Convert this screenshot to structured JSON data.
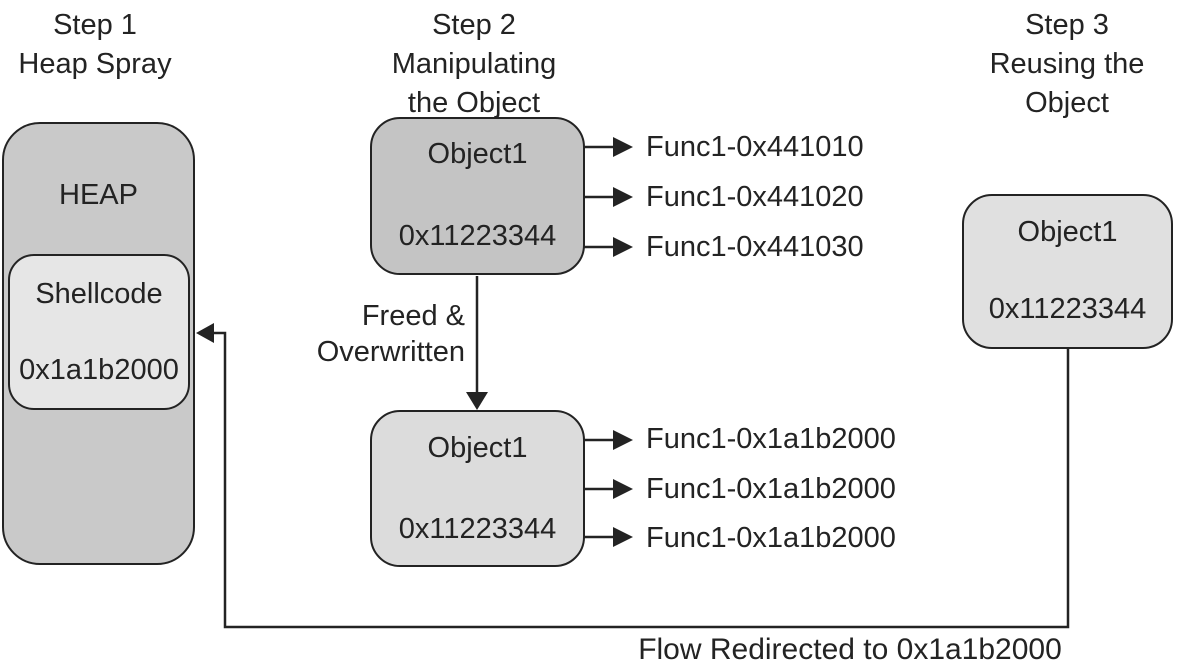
{
  "figure": {
    "step1": {
      "title": [
        "Step 1",
        "Heap Spray"
      ],
      "heap_label": "HEAP",
      "shellcode": {
        "name": "Shellcode",
        "address": "0x1a1b2000"
      }
    },
    "step2": {
      "title": [
        "Step 2",
        "Manipulating",
        "the Object"
      ],
      "object_before": {
        "name": "Object1",
        "vtable": "0x11223344",
        "functions": [
          "Func1-0x441010",
          "Func1-0x441020",
          "Func1-0x441030"
        ]
      },
      "transition_label": [
        "Freed &",
        "Overwritten"
      ],
      "object_after": {
        "name": "Object1",
        "vtable": "0x11223344",
        "functions": [
          "Func1-0x1a1b2000",
          "Func1-0x1a1b2000",
          "Func1-0x1a1b2000"
        ]
      }
    },
    "step3": {
      "title": [
        "Step 3",
        "Reusing the",
        "Object"
      ],
      "object": {
        "name": "Object1",
        "vtable": "0x11223344"
      }
    },
    "flow_label": "Flow Redirected to 0x1a1b2000",
    "colors": {
      "background": "#ffffff",
      "line": "#232323",
      "heap_fill": "#c9c9c9",
      "shellcode_fill": "#e6e6e6",
      "object_before_fill": "#c4c4c4",
      "object_after_fill": "#dcdcdc",
      "object_step3_fill": "#e0e0e0"
    }
  }
}
